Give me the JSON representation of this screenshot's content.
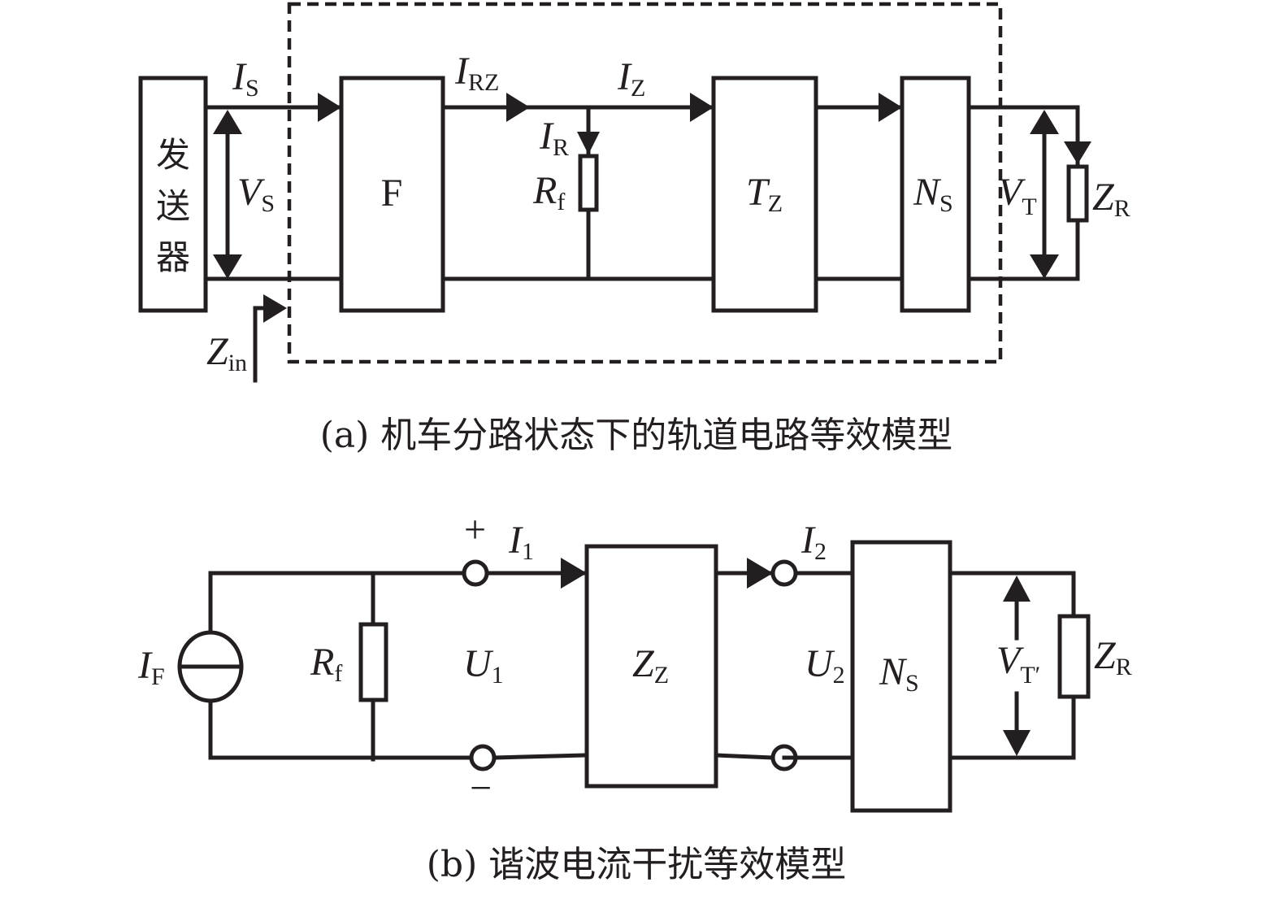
{
  "figure_a": {
    "caption": "(a) 机车分路状态下的轨道电路等效模型",
    "transmitter_label": [
      "发",
      "送",
      "器"
    ],
    "blocks": {
      "F": "F",
      "TZ_main": "T",
      "TZ_sub": "Z",
      "NS_main": "N",
      "NS_sub": "S"
    },
    "labels": {
      "IS_main": "I",
      "IS_sub": "S",
      "VS_main": "V",
      "VS_sub": "S",
      "IRZ_main": "I",
      "IRZ_sub": "RZ",
      "IZ_main": "I",
      "IZ_sub": "Z",
      "IR_main": "I",
      "IR_sub": "R",
      "Rf_main": "R",
      "Rf_sub": "f",
      "VT_main": "V",
      "VT_sub": "T",
      "ZR_main": "Z",
      "ZR_sub": "R",
      "Zin_main": "Z",
      "Zin_sub": "in"
    }
  },
  "figure_b": {
    "caption": "(b) 谐波电流干扰等效模型",
    "blocks": {
      "ZZ_main": "Z",
      "ZZ_sub": "Z",
      "NS_main": "N",
      "NS_sub": "S"
    },
    "labels": {
      "IF_main": "I",
      "IF_sub": "F",
      "Rf_main": "R",
      "Rf_sub": "f",
      "plus": "+",
      "minus": "−",
      "I1_main": "I",
      "I1_sub": "1",
      "U1_main": "U",
      "U1_sub": "1",
      "I2_main": "I",
      "I2_sub": "2",
      "U2_main": "U",
      "U2_sub": "2",
      "VT_main": "V",
      "VT_sub": "T′",
      "ZR_main": "Z",
      "ZR_sub": "R"
    }
  }
}
